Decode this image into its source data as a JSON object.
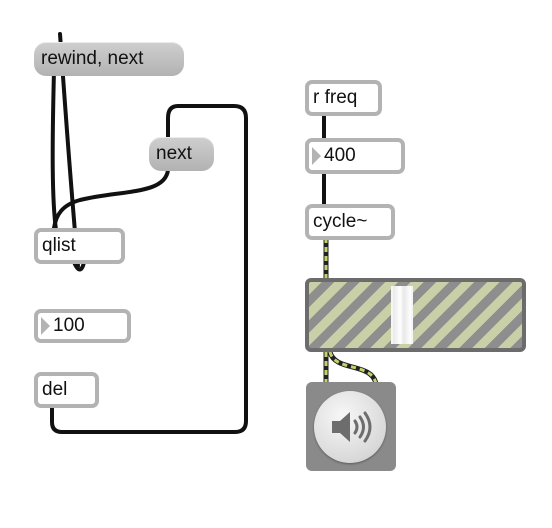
{
  "patcher": {
    "objects": {
      "rewind_next_message": "rewind, next",
      "next_message": "next",
      "qlist": "qlist",
      "qlist_number": "100",
      "delay": "del",
      "receive_freq": "r freq",
      "freq_number": "400",
      "cycle_oscillator": "cycle~"
    },
    "dac": {
      "icon": "speaker-icon"
    },
    "colors": {
      "background": "#ffffff",
      "object_border": "#b3b3b3",
      "message_fill": "#bdbdbd",
      "patch_cord": "#111111",
      "signal_cord": "#c5d16b",
      "slider_stripe_light": "#c9cfa7",
      "slider_stripe_dark": "#8e8e8e",
      "dac_background": "#8a8a8a"
    }
  }
}
